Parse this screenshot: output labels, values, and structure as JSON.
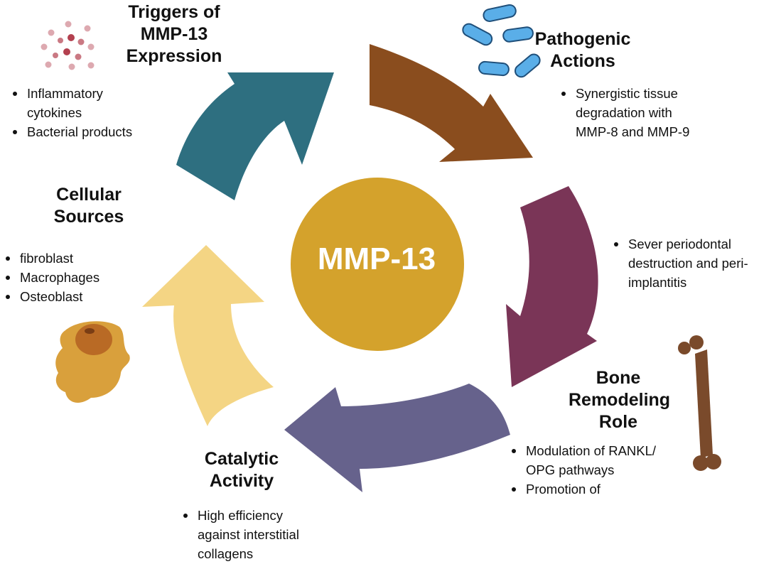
{
  "center": {
    "label": "MMP-13"
  },
  "colors": {
    "center_circle": "#d4a22c",
    "triggers_arrow": "#2e6f80",
    "pathogenic_arrow": "#8a4d1e",
    "destruction_arrow": "#7a3557",
    "bone_arrow": "#66628c",
    "catalytic_arrow": "#f4d584",
    "bacteria": "#5aaee8",
    "bone": "#7a4a2b",
    "cell": "#d9a03c",
    "cytokine_dots": "#b3404f"
  },
  "sections": {
    "triggers": {
      "heading": "Triggers of\nMMP-13\nExpression",
      "bullets": [
        "Inflammatory\ncytokines",
        "Bacterial products"
      ],
      "icon": "cytokine-dots-icon"
    },
    "pathogenic": {
      "heading": "Pathogenic\nActions",
      "bullets": [
        "Synergistic tissue\ndegradation with\nMMP-8 and MMP-9"
      ],
      "icon": "bacteria-icon"
    },
    "destruction": {
      "bullets": [
        "Sever periodontal\ndestruction and peri-\nimplantitis"
      ]
    },
    "bone": {
      "heading": "Bone\nRemodeling\nRole",
      "bullets": [
        "Modulation of RANKL/\nOPG pathways",
        "Promotion of"
      ],
      "icon": "bone-icon"
    },
    "catalytic": {
      "heading": "Catalytic\nActivity",
      "bullets": [
        "High efficiency\nagainst interstitial\ncollagens"
      ]
    },
    "cellular": {
      "heading": "Cellular\nSources",
      "bullets": [
        "fibroblast",
        "Macrophages",
        "Osteoblast"
      ],
      "icon": "osteoblast-cell-icon"
    }
  }
}
